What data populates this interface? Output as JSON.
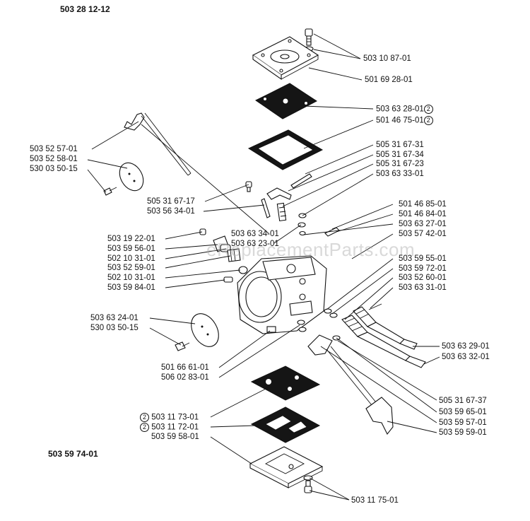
{
  "header": {
    "top_code": "503 28 12-12",
    "bottom_code": "503 59 74-01",
    "watermark": "eReplacementParts.com"
  },
  "callouts": [
    {
      "text": "503 10 87-01",
      "note": ""
    },
    {
      "text": "501 69 28-01",
      "note": ""
    },
    {
      "text": "503 63 28-01",
      "note": "2"
    },
    {
      "text": "501 46 75-01",
      "note": "2"
    },
    {
      "text": "505 31 67-31",
      "note": ""
    },
    {
      "text": "505 31 67-34",
      "note": ""
    },
    {
      "text": "505 31 67-23",
      "note": ""
    },
    {
      "text": "503 63 33-01",
      "note": ""
    },
    {
      "text": "503 52 57-01",
      "note": ""
    },
    {
      "text": "503 52 58-01",
      "note": ""
    },
    {
      "text": "530 03 50-15",
      "note": ""
    },
    {
      "text": "505 31 67-17",
      "note": ""
    },
    {
      "text": "503 56 34-01",
      "note": ""
    },
    {
      "text": "501 46 85-01",
      "note": ""
    },
    {
      "text": "501 46 84-01",
      "note": ""
    },
    {
      "text": "503 63 27-01",
      "note": ""
    },
    {
      "text": "503 57 42-01",
      "note": ""
    },
    {
      "text": "503 63 34-01",
      "note": ""
    },
    {
      "text": "503 63 23-01",
      "note": ""
    },
    {
      "text": "503 19 22-01",
      "note": ""
    },
    {
      "text": "503 59 56-01",
      "note": ""
    },
    {
      "text": "502 10 31-01",
      "note": ""
    },
    {
      "text": "503 52 59-01",
      "note": ""
    },
    {
      "text": "502 10 31-01",
      "note": ""
    },
    {
      "text": "503 59 84-01",
      "note": ""
    },
    {
      "text": "503 59 55-01",
      "note": ""
    },
    {
      "text": "503 59 72-01",
      "note": ""
    },
    {
      "text": "503 52 60-01",
      "note": ""
    },
    {
      "text": "503 63 31-01",
      "note": ""
    },
    {
      "text": "503 63 24-01",
      "note": ""
    },
    {
      "text": "530 03 50-15",
      "note": ""
    },
    {
      "text": "503 63 29-01",
      "note": ""
    },
    {
      "text": "503 63 32-01",
      "note": ""
    },
    {
      "text": "501 66 61-01",
      "note": ""
    },
    {
      "text": "506 02 83-01",
      "note": ""
    },
    {
      "text": "505 31 67-37",
      "note": ""
    },
    {
      "text": "503 59 65-01",
      "note": ""
    },
    {
      "text": "503 59 57-01",
      "note": ""
    },
    {
      "text": "503 59 59-01",
      "note": ""
    },
    {
      "text": "503 11 73-01",
      "note": "2"
    },
    {
      "text": "503 11 72-01",
      "note": "2"
    },
    {
      "text": "503 59 58-01",
      "note": ""
    },
    {
      "text": "503 11 75-01",
      "note": ""
    }
  ]
}
